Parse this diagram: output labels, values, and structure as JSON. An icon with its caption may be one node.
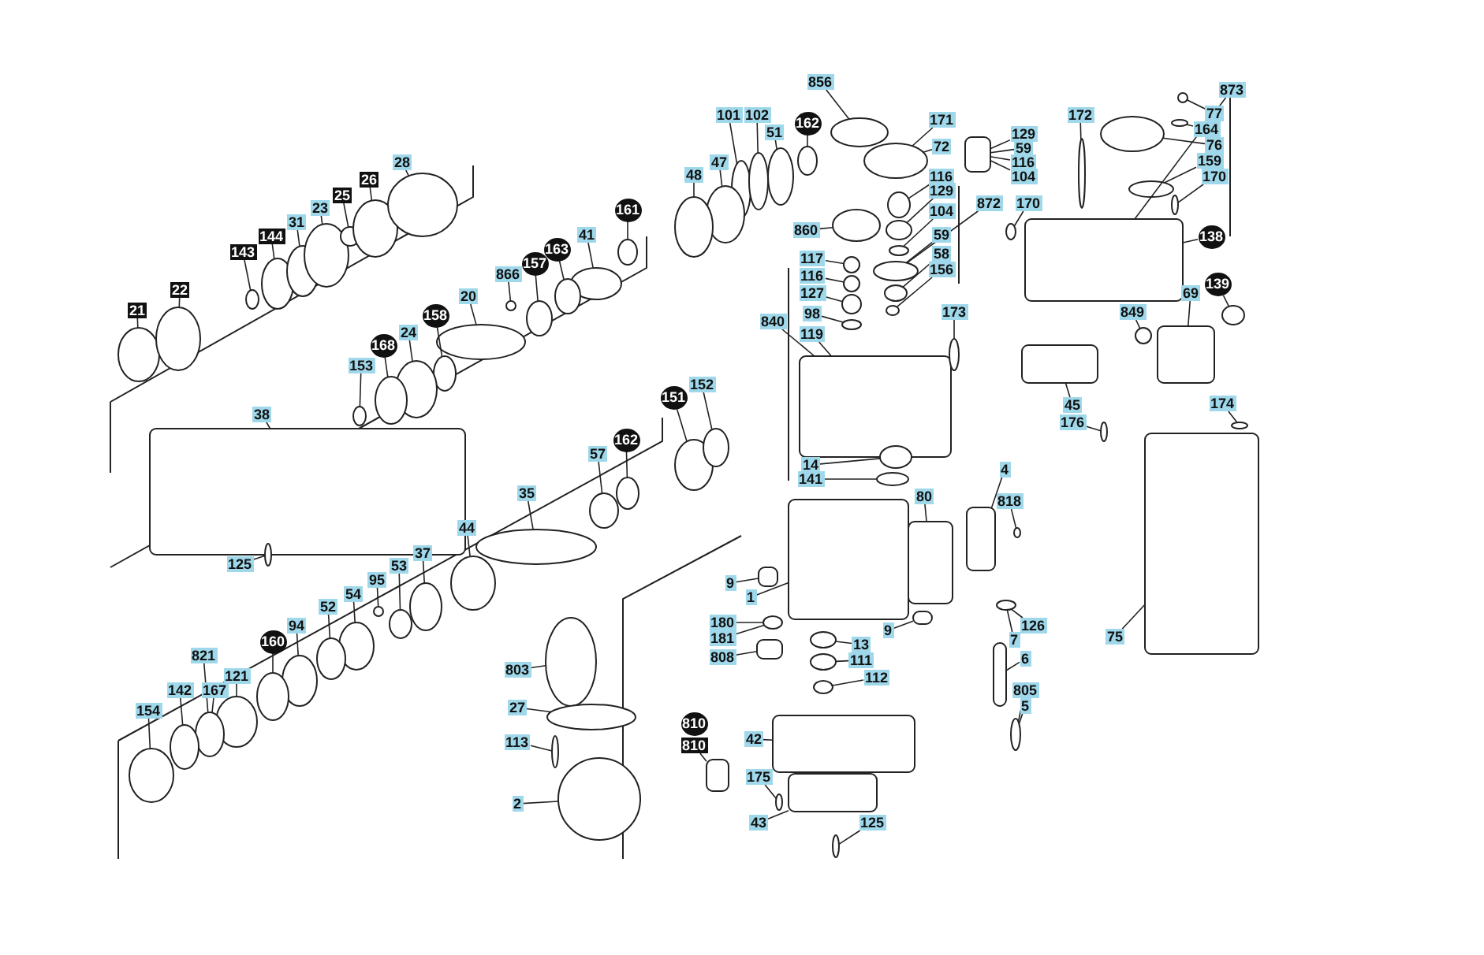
{
  "diagram": {
    "nodes": [
      {
        "text": [
          "21"
        ]
      },
      {
        "text": [
          "22"
        ]
      },
      {
        "text": [
          "143"
        ]
      },
      {
        "text": [
          "144"
        ]
      },
      {
        "text": [
          "31"
        ]
      },
      {
        "text": [
          "23"
        ]
      },
      {
        "text": [
          "25"
        ]
      },
      {
        "text": [
          "26"
        ]
      },
      {
        "text": [
          "28"
        ]
      },
      {
        "text": [
          "161"
        ]
      },
      {
        "text": [
          "41"
        ]
      },
      {
        "text": [
          "163"
        ]
      },
      {
        "text": [
          "157"
        ]
      },
      {
        "text": [
          "866"
        ]
      },
      {
        "text": [
          "20"
        ]
      },
      {
        "text": [
          "158"
        ]
      },
      {
        "text": [
          "24"
        ]
      },
      {
        "text": [
          "168"
        ]
      },
      {
        "text": [
          "153"
        ]
      },
      {
        "text": [
          "38"
        ]
      },
      {
        "text": [
          "125"
        ]
      },
      {
        "text": [
          "57"
        ]
      },
      {
        "text": [
          "162"
        ]
      },
      {
        "text": [
          "35"
        ]
      },
      {
        "text": [
          "44"
        ]
      },
      {
        "text": [
          "37"
        ]
      },
      {
        "text": [
          "53"
        ]
      },
      {
        "text": [
          "95"
        ]
      },
      {
        "text": [
          "54"
        ]
      },
      {
        "text": [
          "52"
        ]
      },
      {
        "text": [
          "94"
        ]
      },
      {
        "text": [
          "160"
        ]
      },
      {
        "text": [
          "821"
        ]
      },
      {
        "text": [
          "121"
        ]
      },
      {
        "text": [
          "167"
        ]
      },
      {
        "text": [
          "142"
        ]
      },
      {
        "text": [
          "154"
        ]
      },
      {
        "text": [
          "803"
        ]
      },
      {
        "text": [
          "27"
        ]
      },
      {
        "text": [
          "113"
        ]
      },
      {
        "text": [
          "2"
        ]
      },
      {
        "text": [
          "856"
        ]
      },
      {
        "text": [
          "101"
        ]
      },
      {
        "text": [
          "102"
        ]
      },
      {
        "text": [
          "51"
        ]
      },
      {
        "text": [
          "162"
        ]
      },
      {
        "text": [
          "47"
        ]
      },
      {
        "text": [
          "48"
        ]
      },
      {
        "text": [
          "171"
        ]
      },
      {
        "text": [
          "72"
        ]
      },
      {
        "text": [
          "129"
        ]
      },
      {
        "text": [
          "59"
        ]
      },
      {
        "text": [
          "116"
        ]
      },
      {
        "text": [
          "104"
        ]
      },
      {
        "text": [
          "116"
        ]
      },
      {
        "text": [
          "129"
        ]
      },
      {
        "text": [
          "104"
        ]
      },
      {
        "text": [
          "872"
        ]
      },
      {
        "text": [
          "860"
        ]
      },
      {
        "text": [
          "59"
        ]
      },
      {
        "text": [
          "58"
        ]
      },
      {
        "text": [
          "156"
        ]
      },
      {
        "text": [
          "117"
        ]
      },
      {
        "text": [
          "116"
        ]
      },
      {
        "text": [
          "127"
        ]
      },
      {
        "text": [
          "98"
        ]
      },
      {
        "text": [
          "840"
        ]
      },
      {
        "text": [
          "119"
        ]
      },
      {
        "text": [
          "173"
        ]
      },
      {
        "text": [
          "170"
        ]
      },
      {
        "text": [
          "151"
        ]
      },
      {
        "text": [
          "152"
        ]
      },
      {
        "text": [
          "14"
        ]
      },
      {
        "text": [
          "141"
        ]
      },
      {
        "text": [
          "172"
        ]
      },
      {
        "text": [
          "873"
        ]
      },
      {
        "text": [
          "77"
        ]
      },
      {
        "text": [
          "164"
        ]
      },
      {
        "text": [
          "76"
        ]
      },
      {
        "text": [
          "159"
        ]
      },
      {
        "text": [
          "170"
        ]
      },
      {
        "text": [
          "138"
        ]
      },
      {
        "text": [
          "849"
        ]
      },
      {
        "text": [
          "69"
        ]
      },
      {
        "text": [
          "139"
        ]
      },
      {
        "text": [
          "45"
        ]
      },
      {
        "text": [
          "176"
        ]
      },
      {
        "text": [
          "174"
        ]
      },
      {
        "text": [
          "80"
        ]
      },
      {
        "text": [
          "4"
        ]
      },
      {
        "text": [
          "818"
        ]
      },
      {
        "text": [
          "9"
        ]
      },
      {
        "text": [
          "1"
        ]
      },
      {
        "text": [
          "180"
        ]
      },
      {
        "text": [
          "181"
        ]
      },
      {
        "text": [
          "808"
        ]
      },
      {
        "text": [
          "13"
        ]
      },
      {
        "text": [
          "9"
        ]
      },
      {
        "text": [
          "111"
        ]
      },
      {
        "text": [
          "112"
        ]
      },
      {
        "text": [
          "126"
        ]
      },
      {
        "text": [
          "7"
        ]
      },
      {
        "text": [
          "6"
        ]
      },
      {
        "text": [
          "805"
        ]
      },
      {
        "text": [
          "5"
        ]
      },
      {
        "text": [
          "75"
        ]
      },
      {
        "text": [
          "42"
        ]
      },
      {
        "text": [
          "810"
        ]
      },
      {
        "text": [
          "810"
        ]
      },
      {
        "text": [
          "175"
        ]
      },
      {
        "text": [
          "43"
        ]
      },
      {
        "text": [
          "125"
        ]
      },
      {
        "text": [],
        "shape": "circle"
      },
      {
        "text": [],
        "shape": "circle"
      },
      {
        "text": [],
        "shape": "circle"
      },
      {
        "text": [],
        "shape": "circle"
      },
      {
        "text": [],
        "shape": "circle"
      },
      {
        "text": [],
        "shape": "circle"
      },
      {
        "text": [],
        "shape": "circle"
      },
      {
        "text": [],
        "shape": "circle"
      },
      {
        "text": [],
        "shape": "circle"
      },
      {
        "text": [],
        "shape": "circle"
      },
      {
        "text": [],
        "shape": "circle"
      },
      {
        "text": [],
        "shape": "circle"
      },
      {
        "text": [],
        "shape": "circle"
      },
      {
        "text": [],
        "shape": "circle"
      },
      {
        "text": [],
        "shape": "circle"
      },
      {
        "text": [],
        "shape": "circle"
      },
      {
        "text": [],
        "shape": "circle"
      },
      {
        "text": [],
        "shape": "circle"
      },
      {
        "text": [],
        "shape": "circle"
      },
      {
        "text": [],
        "shape": "box"
      },
      {
        "text": [],
        "shape": "circle"
      },
      {
        "text": [],
        "shape": "circle"
      },
      {
        "text": [],
        "shape": "circle"
      },
      {
        "text": [],
        "shape": "circle"
      },
      {
        "text": [],
        "shape": "circle"
      },
      {
        "text": [],
        "shape": "circle"
      },
      {
        "text": [],
        "shape": "circle"
      },
      {
        "text": [],
        "shape": "circle"
      },
      {
        "text": [],
        "shape": "circle"
      },
      {
        "text": [],
        "shape": "circle"
      },
      {
        "text": [],
        "shape": "circle"
      },
      {
        "text": [],
        "shape": "circle"
      },
      {
        "text": [],
        "shape": "circle"
      },
      {
        "text": [],
        "shape": "circle"
      },
      {
        "text": [],
        "shape": "circle"
      },
      {
        "text": [],
        "shape": "circle"
      },
      {
        "text": [],
        "shape": "circle"
      },
      {
        "text": [],
        "shape": "circle"
      },
      {
        "text": [],
        "shape": "circle"
      },
      {
        "text": [],
        "shape": "circle"
      },
      {
        "text": [],
        "shape": "circle"
      },
      {
        "text": [],
        "shape": "circle"
      },
      {
        "text": [],
        "shape": "circle"
      },
      {
        "text": [],
        "shape": "circle"
      },
      {
        "text": [],
        "shape": "circle"
      },
      {
        "text": [],
        "shape": "circle"
      },
      {
        "text": [],
        "shape": "circle"
      },
      {
        "text": [],
        "shape": "circle"
      },
      {
        "text": [],
        "shape": "box"
      },
      {
        "text": [],
        "shape": "circle"
      },
      {
        "text": [],
        "shape": "circle"
      },
      {
        "text": [],
        "shape": "circle"
      },
      {
        "text": [],
        "shape": "circle"
      },
      {
        "text": [],
        "shape": "circle"
      },
      {
        "text": [],
        "shape": "circle"
      },
      {
        "text": [],
        "shape": "circle"
      },
      {
        "text": [],
        "shape": "circle"
      },
      {
        "text": [],
        "shape": "circle"
      },
      {
        "text": [],
        "shape": "circle"
      },
      {
        "text": [],
        "shape": "circle"
      },
      {
        "text": [],
        "shape": "box"
      },
      {
        "text": [],
        "shape": "circle"
      },
      {
        "text": [],
        "shape": "circle"
      },
      {
        "text": [],
        "shape": "circle"
      },
      {
        "text": [],
        "shape": "circle"
      },
      {
        "text": [],
        "shape": "circle"
      },
      {
        "text": [],
        "shape": "circle"
      },
      {
        "text": [],
        "shape": "circle"
      },
      {
        "text": [],
        "shape": "circle"
      },
      {
        "text": [],
        "shape": "circle"
      },
      {
        "text": [],
        "shape": "circle"
      },
      {
        "text": [],
        "shape": "circle"
      },
      {
        "text": [],
        "shape": "circle"
      },
      {
        "text": [],
        "shape": "box"
      },
      {
        "text": [],
        "shape": "circle"
      },
      {
        "text": [],
        "shape": "box"
      },
      {
        "text": [],
        "shape": "circle"
      },
      {
        "text": [],
        "shape": "box"
      },
      {
        "text": [],
        "shape": "circle"
      },
      {
        "text": [],
        "shape": "circle"
      },
      {
        "text": [],
        "shape": "box"
      },
      {
        "text": [],
        "shape": "box"
      },
      {
        "text": [],
        "shape": "circle"
      },
      {
        "text": [],
        "shape": "box"
      },
      {
        "text": [],
        "shape": "box"
      },
      {
        "text": [],
        "shape": "circle"
      },
      {
        "text": [],
        "shape": "box"
      },
      {
        "text": [],
        "shape": "box"
      },
      {
        "text": [],
        "shape": "circle"
      },
      {
        "text": [],
        "shape": "circle"
      },
      {
        "text": [],
        "shape": "circle"
      },
      {
        "text": [],
        "shape": "circle"
      },
      {
        "text": [],
        "shape": "box"
      },
      {
        "text": [],
        "shape": "circle"
      },
      {
        "text": [],
        "shape": "box"
      },
      {
        "text": [],
        "shape": "box"
      },
      {
        "text": [],
        "shape": "box"
      },
      {
        "text": [],
        "shape": "circle"
      },
      {
        "text": [],
        "shape": "box"
      },
      {
        "text": [],
        "shape": "circle"
      }
    ],
    "edges": [
      {
        "from": 0,
        "to": 112,
        "arrow": "none"
      },
      {
        "from": 1,
        "to": 113,
        "arrow": "none"
      },
      {
        "from": 2,
        "to": 114,
        "arrow": "none"
      },
      {
        "from": 3,
        "to": 115,
        "arrow": "none"
      },
      {
        "from": 4,
        "to": 116,
        "arrow": "none"
      },
      {
        "from": 5,
        "to": 117,
        "arrow": "none"
      },
      {
        "from": 6,
        "to": 118,
        "arrow": "none"
      },
      {
        "from": 7,
        "to": 119,
        "arrow": "none"
      },
      {
        "from": 8,
        "to": 120,
        "arrow": "none"
      },
      {
        "from": 9,
        "to": 121,
        "arrow": "none"
      },
      {
        "from": 10,
        "to": 122,
        "arrow": "none"
      },
      {
        "from": 11,
        "to": 123,
        "arrow": "none"
      },
      {
        "from": 12,
        "to": 124,
        "arrow": "none"
      },
      {
        "from": 13,
        "to": 125,
        "arrow": "none"
      },
      {
        "from": 14,
        "to": 126,
        "arrow": "none"
      },
      {
        "from": 15,
        "to": 127,
        "arrow": "none"
      },
      {
        "from": 16,
        "to": 128,
        "arrow": "none"
      },
      {
        "from": 17,
        "to": 129,
        "arrow": "none"
      },
      {
        "from": 18,
        "to": 130,
        "arrow": "none"
      },
      {
        "from": 19,
        "to": 131,
        "arrow": "none"
      },
      {
        "from": 20,
        "to": 132,
        "arrow": "none"
      },
      {
        "from": 21,
        "to": 133,
        "arrow": "none"
      },
      {
        "from": 22,
        "to": 134,
        "arrow": "none"
      },
      {
        "from": 23,
        "to": 135,
        "arrow": "none"
      },
      {
        "from": 24,
        "to": 136,
        "arrow": "none"
      },
      {
        "from": 25,
        "to": 137,
        "arrow": "none"
      },
      {
        "from": 26,
        "to": 138,
        "arrow": "none"
      },
      {
        "from": 27,
        "to": 139,
        "arrow": "none"
      },
      {
        "from": 28,
        "to": 140,
        "arrow": "none"
      },
      {
        "from": 29,
        "to": 141,
        "arrow": "none"
      },
      {
        "from": 30,
        "to": 142,
        "arrow": "none"
      },
      {
        "from": 31,
        "to": 143,
        "arrow": "none"
      },
      {
        "from": 32,
        "to": 145,
        "arrow": "none"
      },
      {
        "from": 33,
        "to": 144,
        "arrow": "none"
      },
      {
        "from": 34,
        "to": 145,
        "arrow": "none"
      },
      {
        "from": 35,
        "to": 146,
        "arrow": "none"
      },
      {
        "from": 36,
        "to": 147,
        "arrow": "none"
      },
      {
        "from": 37,
        "to": 148,
        "arrow": "none"
      },
      {
        "from": 38,
        "to": 149,
        "arrow": "none"
      },
      {
        "from": 39,
        "to": 150,
        "arrow": "none"
      },
      {
        "from": 40,
        "to": 151,
        "arrow": "none"
      },
      {
        "from": 41,
        "to": 152,
        "arrow": "none"
      },
      {
        "from": 42,
        "to": 153,
        "arrow": "none"
      },
      {
        "from": 43,
        "to": 154,
        "arrow": "none"
      },
      {
        "from": 44,
        "to": 155,
        "arrow": "none"
      },
      {
        "from": 45,
        "to": 156,
        "arrow": "none"
      },
      {
        "from": 46,
        "to": 157,
        "arrow": "none"
      },
      {
        "from": 47,
        "to": 158,
        "arrow": "none"
      },
      {
        "from": 48,
        "to": 159,
        "arrow": "none"
      },
      {
        "from": 49,
        "to": 159,
        "arrow": "none"
      },
      {
        "from": 50,
        "to": 160,
        "arrow": "none"
      },
      {
        "from": 51,
        "to": 160,
        "arrow": "none"
      },
      {
        "from": 52,
        "to": 160,
        "arrow": "none"
      },
      {
        "from": 53,
        "to": 160,
        "arrow": "none"
      },
      {
        "from": 54,
        "to": 161,
        "arrow": "none"
      },
      {
        "from": 55,
        "to": 162,
        "arrow": "none"
      },
      {
        "from": 56,
        "to": 163,
        "arrow": "none"
      },
      {
        "from": 57,
        "to": 164,
        "arrow": "none"
      },
      {
        "from": 58,
        "to": 167,
        "arrow": "none"
      },
      {
        "from": 59,
        "to": 164,
        "arrow": "none"
      },
      {
        "from": 60,
        "to": 165,
        "arrow": "none"
      },
      {
        "from": 61,
        "to": 166,
        "arrow": "none"
      },
      {
        "from": 62,
        "to": 168,
        "arrow": "none"
      },
      {
        "from": 63,
        "to": 169,
        "arrow": "none"
      },
      {
        "from": 64,
        "to": 170,
        "arrow": "none"
      },
      {
        "from": 65,
        "to": 171,
        "arrow": "none"
      },
      {
        "from": 66,
        "to": 172,
        "arrow": "none"
      },
      {
        "from": 67,
        "to": 172,
        "arrow": "none"
      },
      {
        "from": 68,
        "to": 173,
        "arrow": "none"
      },
      {
        "from": 69,
        "to": 174,
        "arrow": "none"
      },
      {
        "from": 70,
        "to": 175,
        "arrow": "none"
      },
      {
        "from": 71,
        "to": 176,
        "arrow": "none"
      },
      {
        "from": 72,
        "to": 177,
        "arrow": "none"
      },
      {
        "from": 73,
        "to": 178,
        "arrow": "none"
      },
      {
        "from": 74,
        "to": 179,
        "arrow": "none"
      },
      {
        "from": 75,
        "to": 185,
        "arrow": "none"
      },
      {
        "from": 76,
        "to": 180,
        "arrow": "none"
      },
      {
        "from": 77,
        "to": 181,
        "arrow": "none"
      },
      {
        "from": 78,
        "to": 182,
        "arrow": "none"
      },
      {
        "from": 79,
        "to": 183,
        "arrow": "none"
      },
      {
        "from": 80,
        "to": 184,
        "arrow": "none"
      },
      {
        "from": 81,
        "to": 185,
        "arrow": "none"
      },
      {
        "from": 82,
        "to": 186,
        "arrow": "none"
      },
      {
        "from": 83,
        "to": 187,
        "arrow": "none"
      },
      {
        "from": 84,
        "to": 188,
        "arrow": "none"
      },
      {
        "from": 85,
        "to": 189,
        "arrow": "none"
      },
      {
        "from": 86,
        "to": 190,
        "arrow": "none"
      },
      {
        "from": 87,
        "to": 191,
        "arrow": "none"
      },
      {
        "from": 88,
        "to": 192,
        "arrow": "none"
      },
      {
        "from": 89,
        "to": 193,
        "arrow": "none"
      },
      {
        "from": 90,
        "to": 194,
        "arrow": "none"
      },
      {
        "from": 91,
        "to": 196,
        "arrow": "none"
      },
      {
        "from": 92,
        "to": 195,
        "arrow": "none"
      },
      {
        "from": 93,
        "to": 197,
        "arrow": "none"
      },
      {
        "from": 94,
        "to": 197,
        "arrow": "none"
      },
      {
        "from": 95,
        "to": 198,
        "arrow": "none"
      },
      {
        "from": 96,
        "to": 200,
        "arrow": "none"
      },
      {
        "from": 97,
        "to": 199,
        "arrow": "none"
      },
      {
        "from": 98,
        "to": 201,
        "arrow": "none"
      },
      {
        "from": 99,
        "to": 202,
        "arrow": "none"
      },
      {
        "from": 100,
        "to": 203,
        "arrow": "none"
      },
      {
        "from": 101,
        "to": 203,
        "arrow": "none"
      },
      {
        "from": 102,
        "to": 204,
        "arrow": "none"
      },
      {
        "from": 103,
        "to": 205,
        "arrow": "none"
      },
      {
        "from": 104,
        "to": 205,
        "arrow": "none"
      },
      {
        "from": 105,
        "to": 206,
        "arrow": "none"
      },
      {
        "from": 106,
        "to": 207,
        "arrow": "none"
      },
      {
        "from": 108,
        "to": 208,
        "arrow": "none"
      },
      {
        "from": 109,
        "to": 209,
        "arrow": "none"
      },
      {
        "from": 110,
        "to": 210,
        "arrow": "none"
      },
      {
        "from": 111,
        "to": 211,
        "arrow": "none"
      }
    ]
  }
}
